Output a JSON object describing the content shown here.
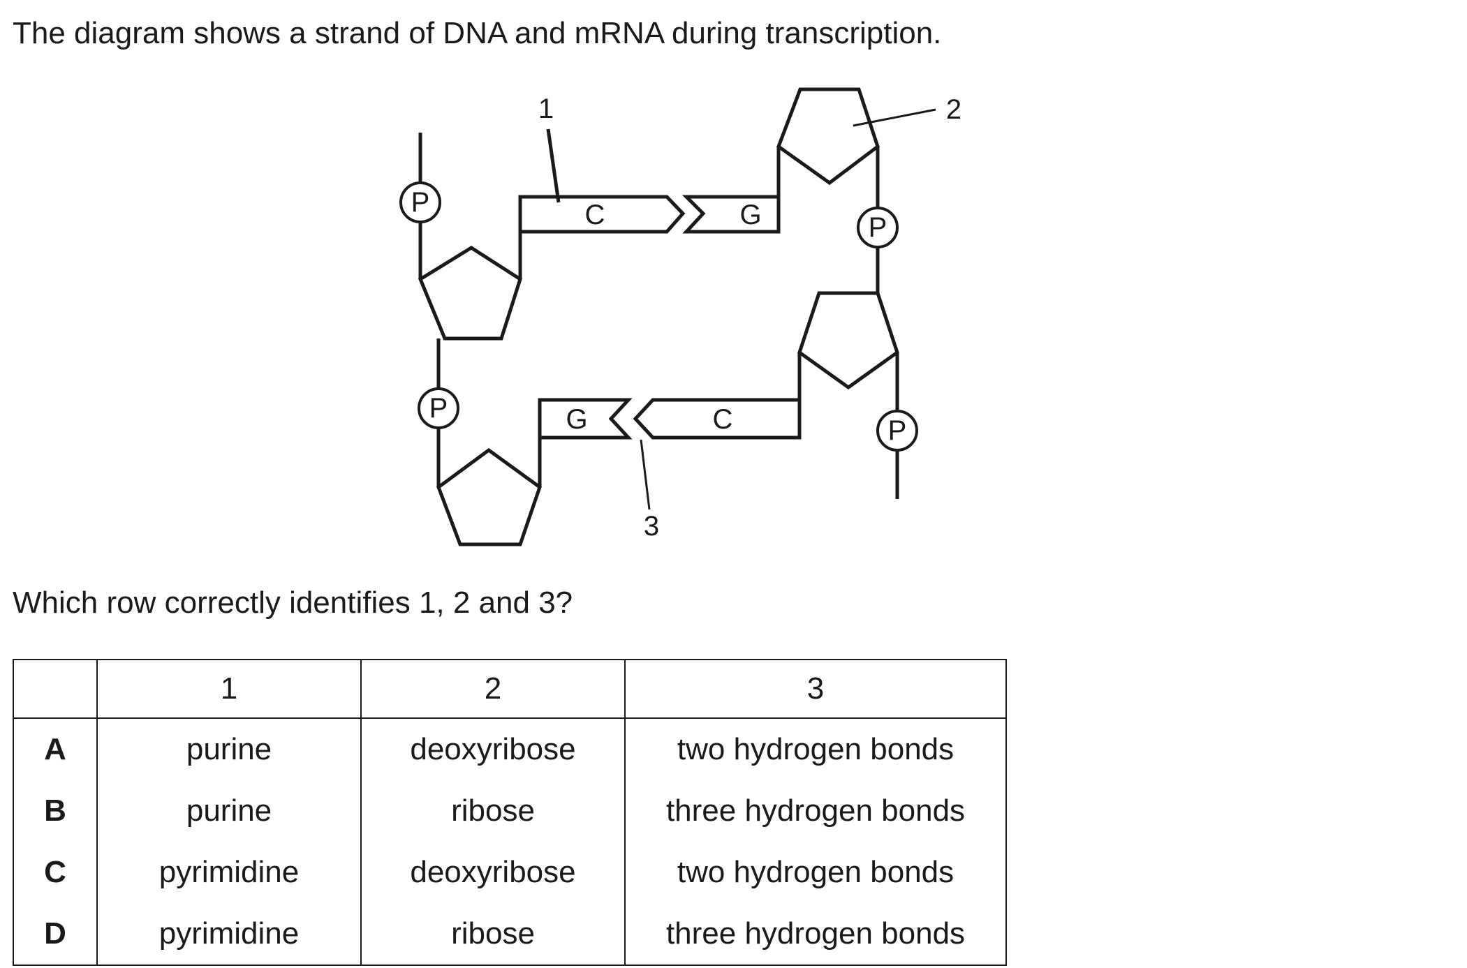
{
  "question": {
    "intro": "The diagram shows a strand of DNA and mRNA during transcription.",
    "prompt": "Which row correctly identifies 1, 2 and 3?"
  },
  "diagram": {
    "phosphate_label": "P",
    "bases": {
      "top_dna": "C",
      "top_rna": "G",
      "bottom_rna": "G",
      "bottom_dna": "C"
    },
    "callouts": {
      "one": "1",
      "two": "2",
      "three": "3"
    }
  },
  "table": {
    "headers": [
      "",
      "1",
      "2",
      "3"
    ],
    "rows": [
      {
        "letter": "A",
        "c1": "purine",
        "c2": "deoxyribose",
        "c3": "two hydrogen bonds"
      },
      {
        "letter": "B",
        "c1": "purine",
        "c2": "ribose",
        "c3": "three hydrogen bonds"
      },
      {
        "letter": "C",
        "c1": "pyrimidine",
        "c2": "deoxyribose",
        "c3": "two hydrogen bonds"
      },
      {
        "letter": "D",
        "c1": "pyrimidine",
        "c2": "ribose",
        "c3": "three hydrogen bonds"
      }
    ]
  }
}
